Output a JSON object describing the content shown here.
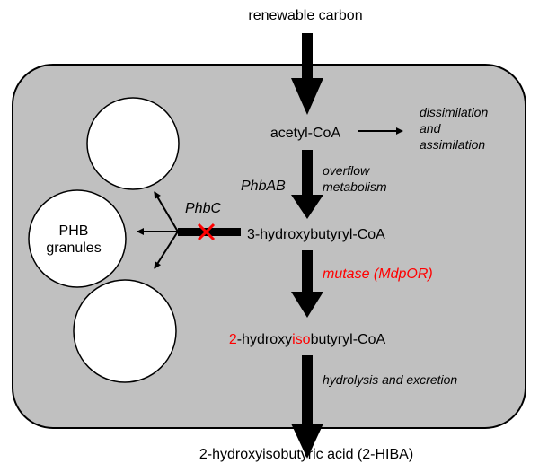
{
  "diagram": {
    "input_label": "renewable carbon",
    "nodes": {
      "acetyl_coa": "acetyl-CoA",
      "hydroxybutyryl_coa": "3-hydroxybutyryl-CoA",
      "hydroxyisobutyryl_coa": {
        "part1_red": "2",
        "part2": "-hydroxy",
        "part3_red": "iso",
        "part4": "butyryl-CoA"
      },
      "product": "2-hydroxyisobutyric acid (2-HIBA)",
      "phb_granules": {
        "line1": "PHB",
        "line2": "granules"
      }
    },
    "side_branch": {
      "line1": "dissimilation",
      "line2": "and",
      "line3": "assimilation"
    },
    "annotations": {
      "overflow_line1": "overflow",
      "overflow_line2": "metabolism",
      "mutase": "mutase (MdpOR)",
      "hydrolysis": "hydrolysis and excretion"
    },
    "enzymes": {
      "phbab": "PhbAB",
      "phbc": "PhbC"
    },
    "colors": {
      "cell_fill": "#c0c0c0",
      "highlight": "#ff0000",
      "arrow": "#000000"
    }
  }
}
